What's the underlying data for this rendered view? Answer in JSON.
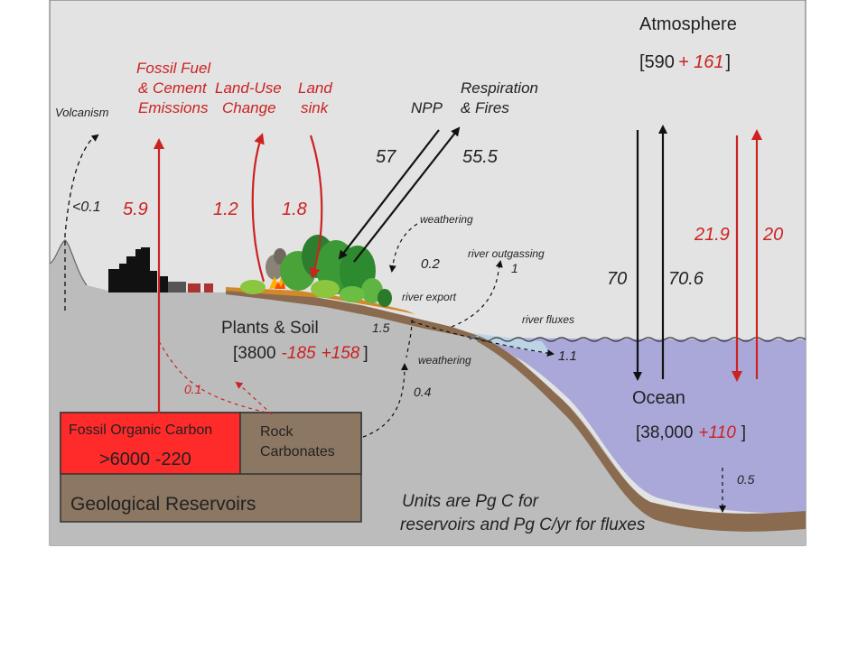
{
  "atmosphere": {
    "title": "Atmosphere",
    "open": "[",
    "base": "590",
    "change": "+ 161",
    "close": "]"
  },
  "emissions": {
    "volcanism": "Volcanism",
    "fossil_fuel_line1": "Fossil Fuel",
    "fossil_fuel_line2": "& Cement",
    "fossil_fuel_line3": "Emissions",
    "land_use_line1": "Land-Use",
    "land_use_line2": "Change",
    "land_sink_line1": "Land",
    "land_sink_line2": "sink"
  },
  "fluxes": {
    "volcanism_value": "<0.1",
    "fossil_value": "5.9",
    "land_use_value": "1.2",
    "land_sink_value": "1.8",
    "npp_label": "NPP",
    "respiration_line1": "Respiration",
    "respiration_line2": "& Fires",
    "npp_value": "57",
    "respiration_value": "55.5",
    "weathering_top": "weathering",
    "weathering_top_value": "0.2",
    "river_outgassing": "river outgassing",
    "river_outgassing_value": "1",
    "river_export": "river export",
    "river_export_value": "1.5",
    "river_fluxes": "river fluxes",
    "river_fluxes_value": "1.1",
    "weathering_bottom": "weathering",
    "weathering_bottom_value": "0.4",
    "rock_to_fossil_value": "0.1",
    "ocean_down_black": "70",
    "ocean_up_black": "70.6",
    "ocean_down_red": "21.9",
    "ocean_up_red": "20",
    "sediment_value": "0.5"
  },
  "plants_soil": {
    "title": "Plants & Soil",
    "open": "[3800",
    "minus": "-185",
    "plus": "+158",
    "close": "]"
  },
  "ocean": {
    "title": "Ocean",
    "open": "[38,000",
    "change": "+110",
    "close": "]"
  },
  "reservoirs": {
    "fossil_title": "Fossil Organic Carbon",
    "fossil_value": ">6000 -220",
    "rock_line1": "Rock",
    "rock_line2": "Carbonates",
    "geological": "Geological Reservoirs"
  },
  "units_line1": "Units are Pg C for",
  "units_line2": "reservoirs and Pg C/yr for fluxes",
  "colors": {
    "sky": "#e3e3e3",
    "ground": "#bcbcbc",
    "ocean": "#a9a8d9",
    "soil": "#8a6b4f",
    "fossil": "#ff2a2a",
    "rock": "#8c7763",
    "flux_red": "#cc2222",
    "flux_black": "#111111"
  }
}
